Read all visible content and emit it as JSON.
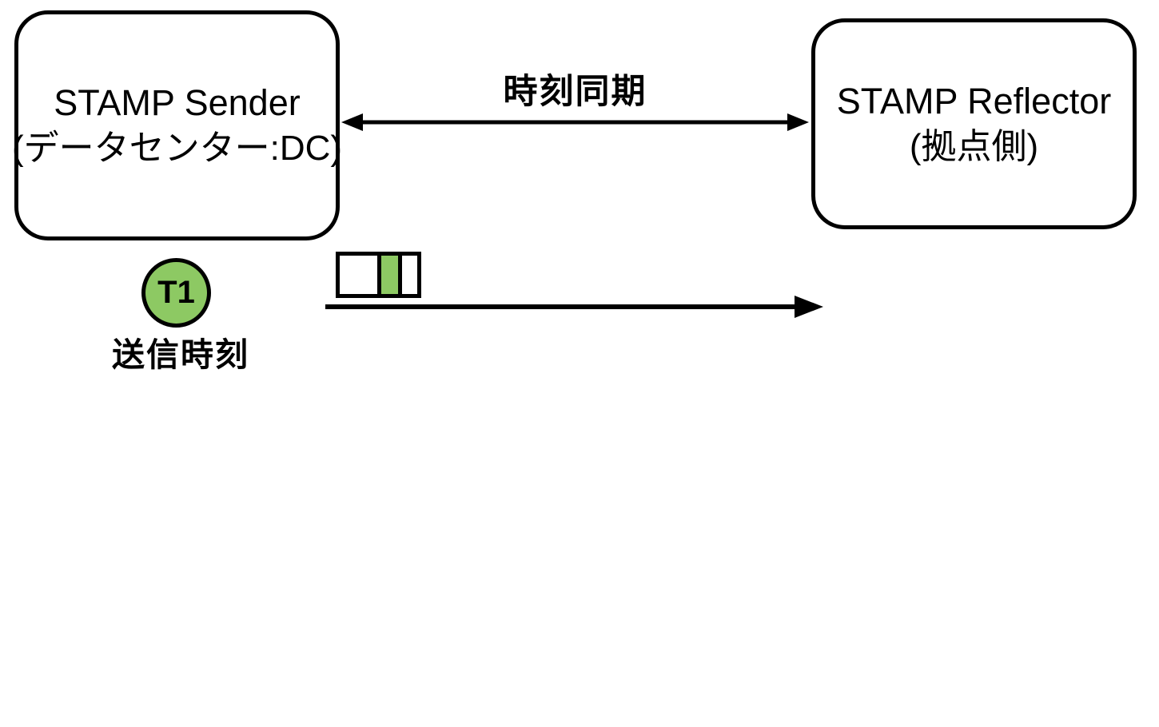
{
  "diagram": {
    "sender": {
      "title": "STAMP Sender",
      "subtitle": "(データセンター:DC)"
    },
    "reflector": {
      "title": "STAMP Reflector",
      "subtitle": "(拠点側)"
    },
    "sync_arrow": {
      "label": "時刻同期",
      "direction": "bidirectional"
    },
    "send_flow": {
      "timestamp_label": "T1",
      "caption": "送信時刻",
      "direction": "right"
    },
    "colors": {
      "accent_green": "#8DC963",
      "stroke": "#000000",
      "background": "#FFFFFF"
    }
  }
}
